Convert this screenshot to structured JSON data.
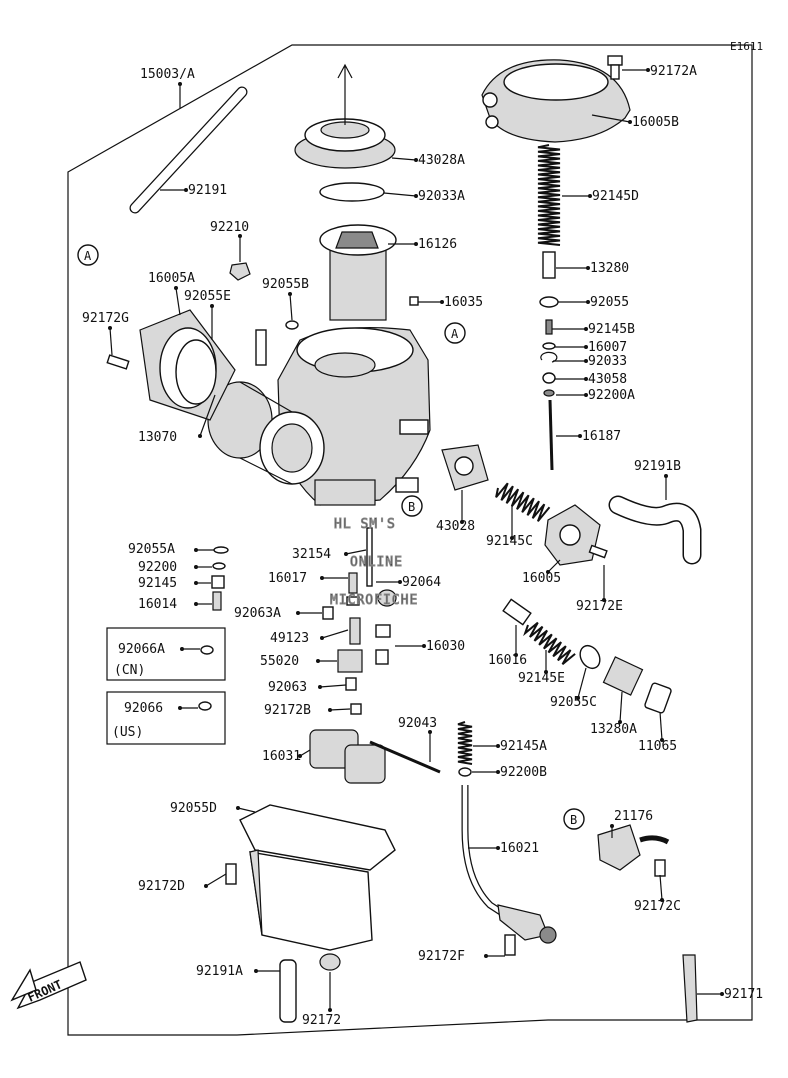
{
  "figure_code": "E1611",
  "watermark": [
    "HL SM'S",
    "ONLINE",
    "MICROFICHE"
  ],
  "direction_label": "FRONT",
  "region_labels": {
    "cn": "(CN)",
    "us": "(US)"
  },
  "ref_markers": {
    "A": "A",
    "B": "B"
  },
  "callouts": {
    "c15003A": "15003/A",
    "c92191": "92191",
    "c92210": "92210",
    "c92055B": "92055B",
    "c16005A": "16005A",
    "c92055E": "92055E",
    "c92172G": "92172G",
    "c13070": "13070",
    "c43028A": "43028A",
    "c92033A": "92033A",
    "c16126": "16126",
    "c16035": "16035",
    "c92172A": "92172A",
    "c16005B": "16005B",
    "c92145D": "92145D",
    "c13280": "13280",
    "c92055": "92055",
    "c92145B": "92145B",
    "c16007": "16007",
    "c92033": "92033",
    "c43058": "43058",
    "c92200A": "92200A",
    "c16187": "16187",
    "c92191B": "92191B",
    "c43028": "43028",
    "c92145C": "92145C",
    "c16005": "16005",
    "c92172E": "92172E",
    "c92055A": "92055A",
    "c92200": "92200",
    "c92145": "92145",
    "c16014": "16014",
    "c32154": "32154",
    "c16017": "16017",
    "c92064": "92064",
    "c92063A": "92063A",
    "c49123": "49123",
    "c16030": "16030",
    "c92066A": "92066A",
    "c55020": "55020",
    "c92063": "92063",
    "c92066": "92066",
    "c92172B": "92172B",
    "c16016": "16016",
    "c92145E": "92145E",
    "c92055C": "92055C",
    "c13280A": "13280A",
    "c11065": "11065",
    "c16031": "16031",
    "c92043": "92043",
    "c92145A": "92145A",
    "c92200B": "92200B",
    "c92055D": "92055D",
    "c21176": "21176",
    "c16021": "16021",
    "c92172D": "92172D",
    "c92172C": "92172C",
    "c92191A": "92191A",
    "c92172F": "92172F",
    "c92171": "92171",
    "c92172": "92172"
  }
}
